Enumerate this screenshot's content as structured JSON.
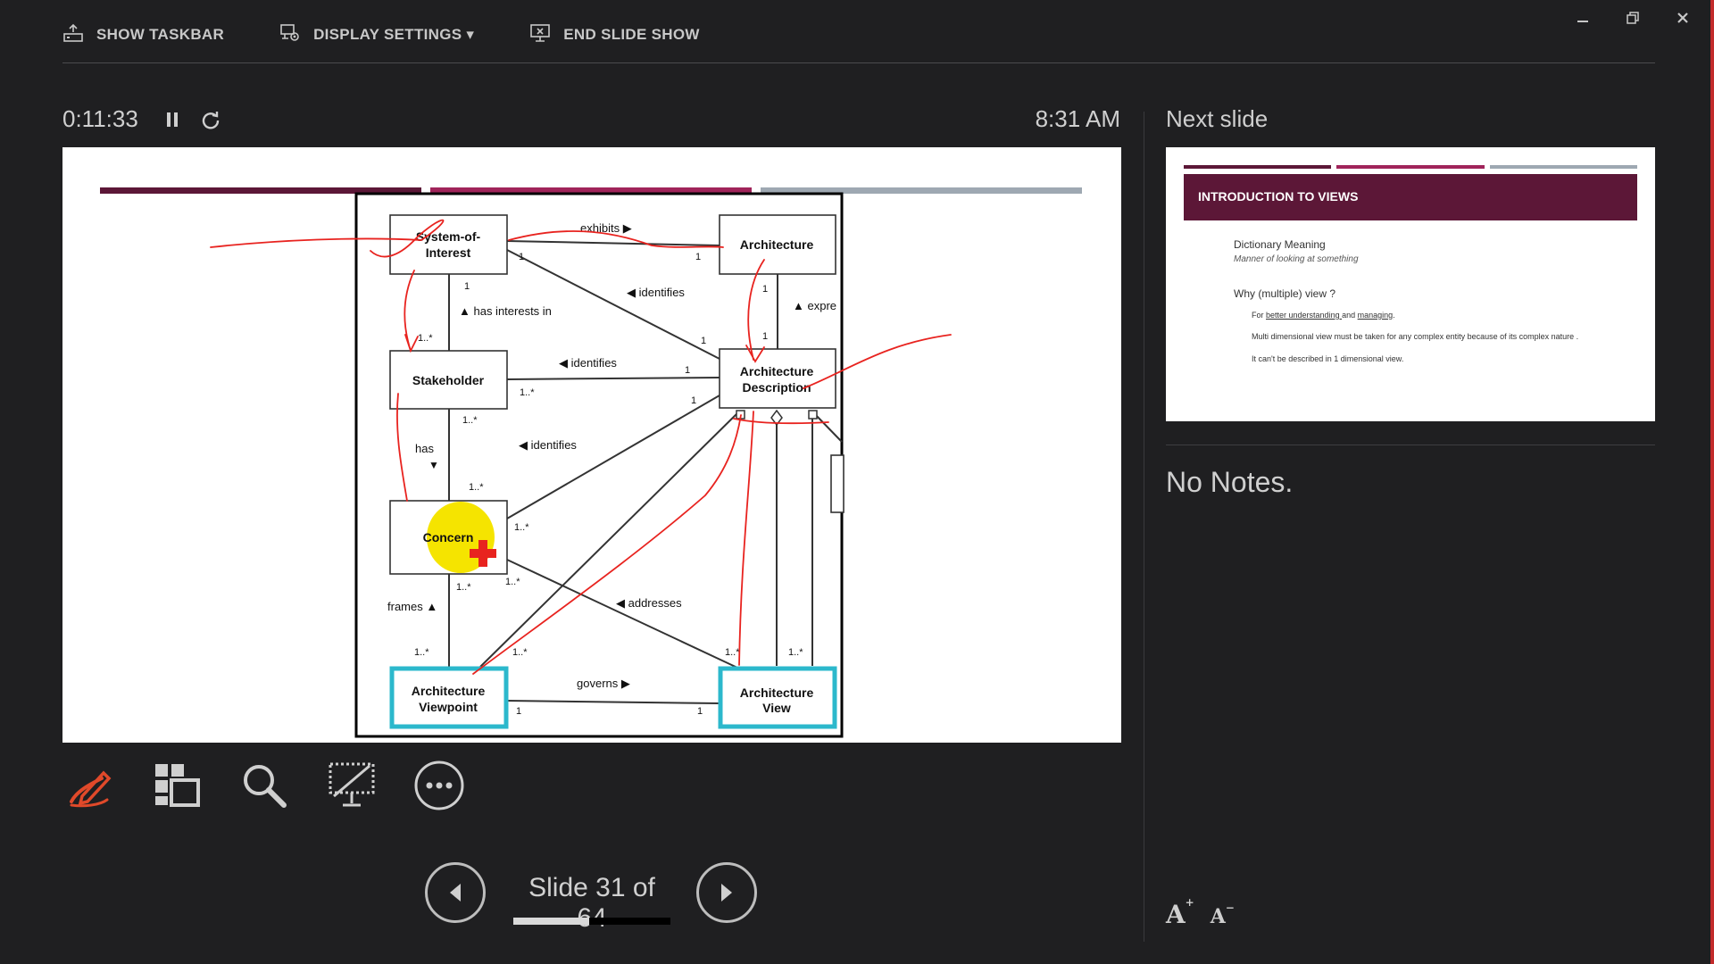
{
  "toolbar": {
    "show_taskbar": "SHOW TASKBAR",
    "display_settings": "DISPLAY SETTINGS ▾",
    "end_slide_show": "END SLIDE SHOW"
  },
  "timer": {
    "elapsed": "0:11:33"
  },
  "clock": "8:31 AM",
  "next_slide": {
    "label": "Next slide",
    "title": "INTRODUCTION TO VIEWS",
    "line1": "Dictionary Meaning",
    "line2": "Manner of looking at something",
    "line3": "Why (multiple) view ?",
    "line4_prefix": "For ",
    "line4_u1": "better understanding ",
    "line4_mid": "and ",
    "line4_u2": "managing",
    "line4_suffix": ".",
    "line5": "Multi dimensional view must be taken for any complex entity because of its complex nature .",
    "line6": "It can't be described in 1 dimensional view."
  },
  "notes": "No Notes.",
  "navigation": {
    "slide_counter": "Slide 31 of 64",
    "progress_fraction": 0.484
  },
  "slide": {
    "diagram": {
      "system_of_interest_1": "System-of-",
      "system_of_interest_2": "Interest",
      "architecture": "Architecture",
      "stakeholder": "Stakeholder",
      "arch_desc_1": "Architecture",
      "arch_desc_2": "Description",
      "concern": "Concern",
      "viewpoint_1": "Architecture",
      "viewpoint_2": "Viewpoint",
      "view_1": "Architecture",
      "view_2": "View",
      "exhibits": "exhibits ▶",
      "identifies_1": "◀ identifies",
      "expresses": "▲ expre",
      "has_interests_in": "▲ has interests in",
      "identifies_2": "◀ identifies",
      "has": "has",
      "has_arrow": "▼",
      "identifies_3": "◀ identifies",
      "frames": "frames ▲",
      "addresses": "◀ addresses",
      "governs": "governs ▶",
      "one": "1",
      "one_many": "1..*"
    }
  },
  "colors": {
    "slide_bar_1": "#5c1737",
    "slide_bar_2": "#a0245a",
    "slide_bar_3": "#9ea8b2",
    "highlight_blue": "#2cb8cc",
    "pen_red": "#e8231f",
    "laser_yellow": "#f5e400"
  },
  "icons": {
    "show_taskbar": "taskbar-icon",
    "display_settings": "display-settings-icon",
    "end_slide_show": "end-show-icon",
    "tools": [
      "pen-icon",
      "slides-grid-icon",
      "zoom-icon",
      "black-screen-icon",
      "more-options-icon"
    ]
  }
}
